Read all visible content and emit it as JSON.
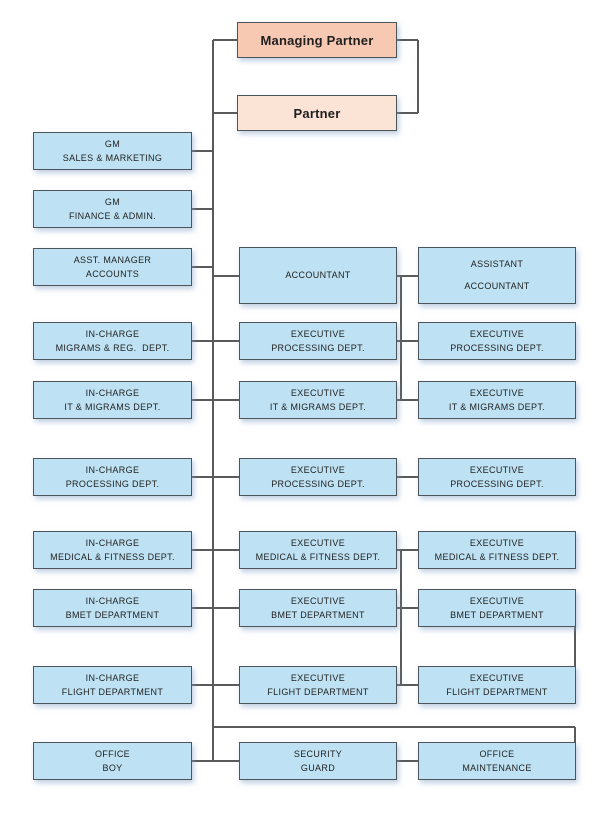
{
  "diagram_type": "organization-chart",
  "colors": {
    "box_blue_fill": "#bee2f3",
    "box_peach_dark_fill": "#f7c8b2",
    "box_peach_light_fill": "#fbe3d6",
    "box_border": "#4d545a",
    "connector": "#5a5a5a",
    "text": "#1f1f1f"
  },
  "nodes": {
    "top": {
      "managing_partner": "Managing Partner",
      "partner": "Partner"
    },
    "left": [
      {
        "line1": "GM",
        "line2": "SALES & MARKETING"
      },
      {
        "line1": "GM",
        "line2": "FINANCE & ADMIN."
      },
      {
        "line1": "ASST. MANAGER",
        "line2": "ACCOUNTS"
      },
      {
        "line1": "IN-CHARGE",
        "line2": "MIGRAMS & REG.  DEPT."
      },
      {
        "line1": "IN-CHARGE",
        "line2": "IT & MIGRAMS DEPT."
      },
      {
        "line1": "IN-CHARGE",
        "line2": "PROCESSING DEPT."
      },
      {
        "line1": "IN-CHARGE",
        "line2": "MEDICAL & FITNESS DEPT."
      },
      {
        "line1": "IN-CHARGE",
        "line2": "BMET DEPARTMENT"
      },
      {
        "line1": "IN-CHARGE",
        "line2": "FLIGHT DEPARTMENT"
      },
      {
        "line1": "OFFICE",
        "line2": "BOY"
      }
    ],
    "middle": [
      {
        "line1": "ACCOUNTANT"
      },
      {
        "line1": "EXECUTIVE",
        "line2": "PROCESSING DEPT."
      },
      {
        "line1": "EXECUTIVE",
        "line2": "IT & MIGRAMS DEPT."
      },
      {
        "line1": "EXECUTIVE",
        "line2": "PROCESSING DEPT."
      },
      {
        "line1": "EXECUTIVE",
        "line2": "MEDICAL & FITNESS DEPT."
      },
      {
        "line1": "EXECUTIVE",
        "line2": "BMET DEPARTMENT"
      },
      {
        "line1": "EXECUTIVE",
        "line2": "FLIGHT DEPARTMENT"
      },
      {
        "line1": "SECURITY",
        "line2": "GUARD"
      }
    ],
    "right": [
      {
        "line1": "ASSISTANT",
        "line2": "ACCOUNTANT"
      },
      {
        "line1": "EXECUTIVE",
        "line2": "PROCESSING DEPT."
      },
      {
        "line1": "EXECUTIVE",
        "line2": "IT & MIGRAMS DEPT."
      },
      {
        "line1": "EXECUTIVE",
        "line2": "PROCESSING DEPT."
      },
      {
        "line1": "EXECUTIVE",
        "line2": "MEDICAL & FITNESS DEPT."
      },
      {
        "line1": "EXECUTIVE",
        "line2": "BMET DEPARTMENT"
      },
      {
        "line1": "EXECUTIVE",
        "line2": "FLIGHT DEPARTMENT"
      },
      {
        "line1": "OFFICE",
        "line2": "MAINTENANCE"
      }
    ]
  }
}
